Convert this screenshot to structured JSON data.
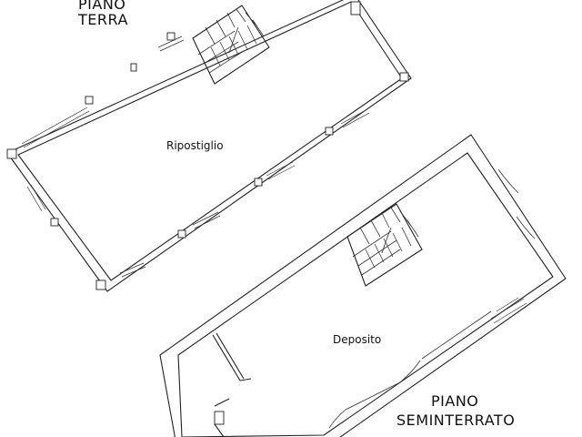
{
  "floors": {
    "ground": {
      "line1": "PIANO",
      "line2": "TERRA"
    },
    "basement": {
      "line1": "PIANO",
      "line2": "SEMINTERRATO"
    }
  },
  "rooms": {
    "ripostiglio": "Ripostiglio",
    "deposito": "Deposito"
  },
  "colors": {
    "line": "#222222",
    "background": "#ffffff"
  }
}
